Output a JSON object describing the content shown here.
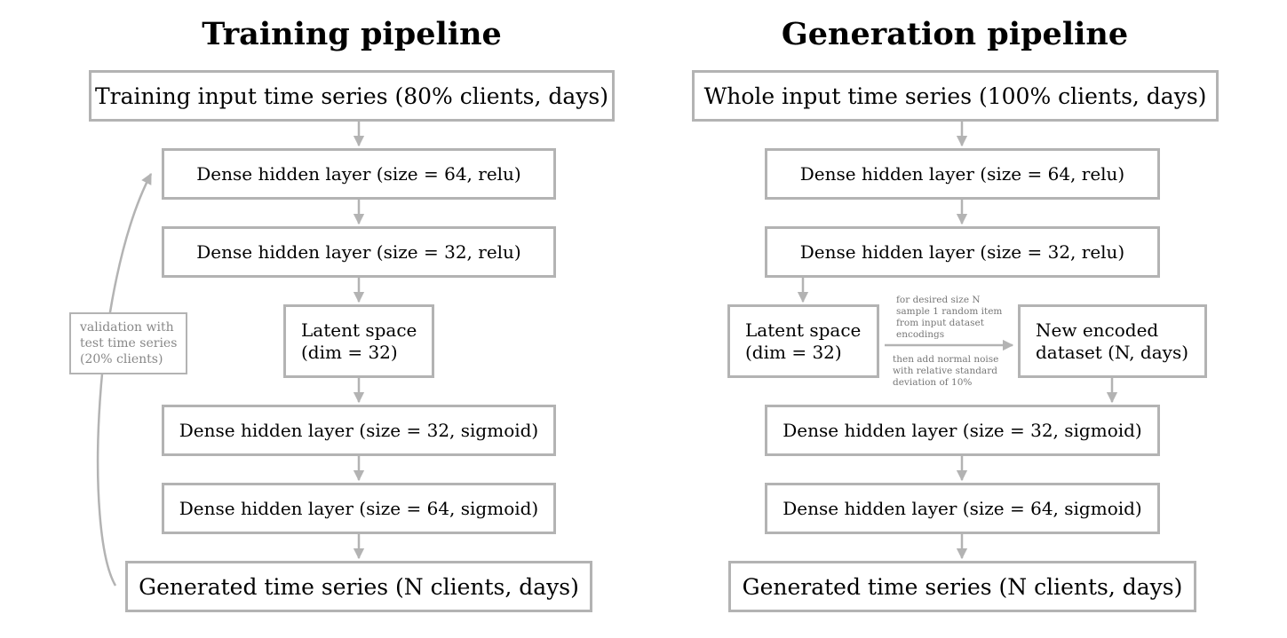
{
  "training": {
    "title": "Training pipeline",
    "input": "Training input time series (80% clients, days)",
    "enc1": "Dense hidden layer (size = 64, relu)",
    "enc2": "Dense hidden layer (size = 32, relu)",
    "latent_line1": "Latent space",
    "latent_line2": "(dim = 32)",
    "dec1": "Dense hidden layer (size = 32, sigmoid)",
    "dec2": "Dense hidden layer (size = 64, sigmoid)",
    "output": "Generated time series (N clients, days)",
    "validation_line1": "validation with",
    "validation_line2": "test time series",
    "validation_line3": "(20% clients)"
  },
  "generation": {
    "title": "Generation pipeline",
    "input": "Whole input time series (100% clients, days)",
    "enc1": "Dense hidden layer (size = 64, relu)",
    "enc2": "Dense hidden layer (size = 32, relu)",
    "latent_line1": "Latent space",
    "latent_line2": "(dim = 32)",
    "encoded_line1": "New encoded",
    "encoded_line2": "dataset (N, days)",
    "dec1": "Dense hidden layer (size = 32, sigmoid)",
    "dec2": "Dense hidden layer (size = 64, sigmoid)",
    "output": "Generated time series (N clients, days)",
    "note_top_line1": "for desired size N",
    "note_top_line2": "sample 1 random item",
    "note_top_line3": "from input dataset",
    "note_top_line4": "encodings",
    "note_bottom_line1": "then add normal noise",
    "note_bottom_line2": "with relative standard",
    "note_bottom_line3": "deviation of 10%"
  },
  "colors": {
    "box_border": "#b3b3b3",
    "arrow": "#b3b3b3",
    "annotation_text": "#888888"
  }
}
